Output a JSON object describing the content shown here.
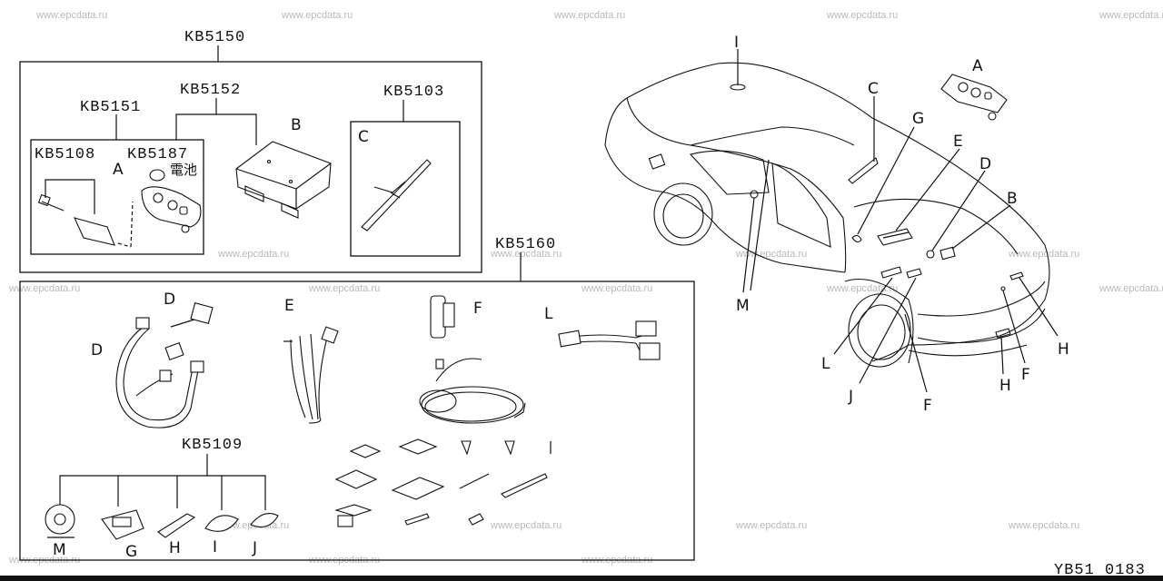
{
  "watermark": "www.epcdata.ru",
  "page_code": "YB51 0183",
  "groups": {
    "kb5150": "KB5150",
    "kb5151": "KB5151",
    "kb5152": "KB5152",
    "kb5103": "KB5103",
    "kb5108": "KB5108",
    "kb5187": "KB5187",
    "battery": "電池",
    "kb5160": "KB5160",
    "kb5109": "KB5109"
  },
  "letters": {
    "a": "A",
    "b": "B",
    "c": "C",
    "d": "D",
    "e": "E",
    "f": "F",
    "g": "G",
    "h": "H",
    "i": "I",
    "j": "J",
    "l": "L",
    "m": "M"
  }
}
